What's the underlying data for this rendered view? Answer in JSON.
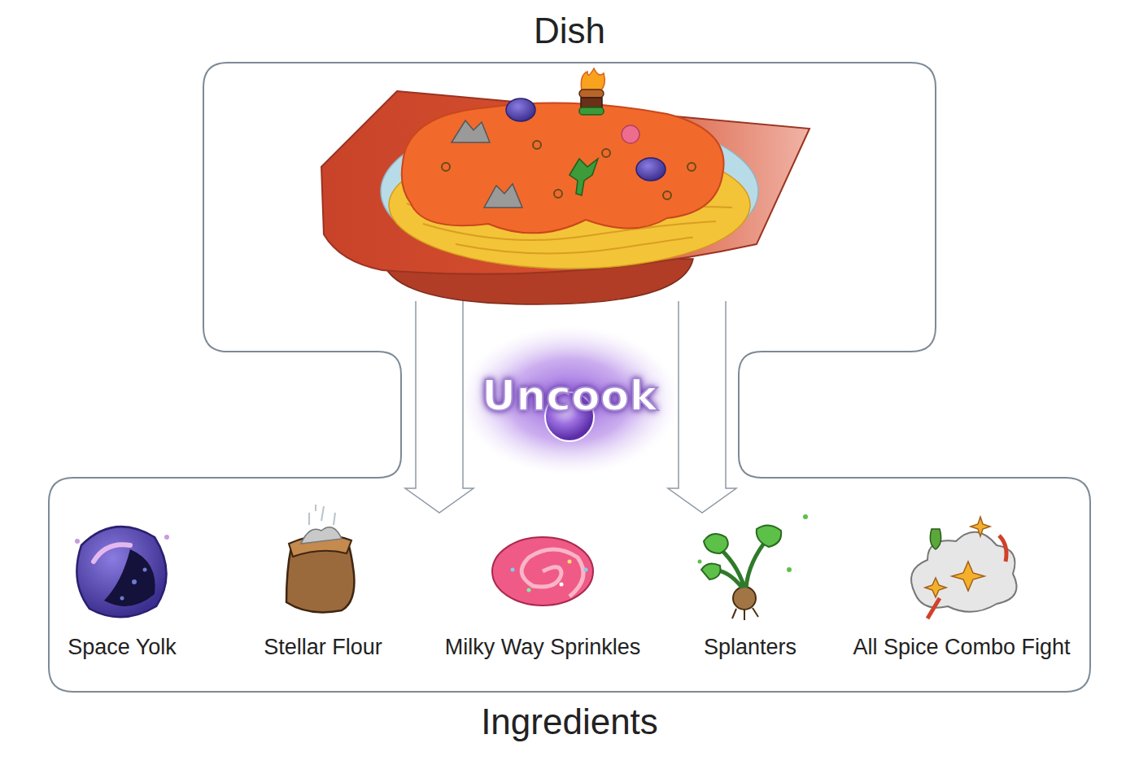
{
  "diagram": {
    "nodes": [
      {
        "text": [
          "Dish"
        ]
      },
      {
        "text": [
          "Ingredients"
        ]
      },
      {
        "text": [
          "Space Yolk"
        ],
        "in": 1
      },
      {
        "text": [
          "Stellar Flour"
        ],
        "in": 1
      },
      {
        "text": [
          "Milky Way Sprinkles"
        ],
        "in": 1
      },
      {
        "text": [
          "Splanters"
        ],
        "in": 1
      },
      {
        "text": [
          "All Spice Combo Fight"
        ],
        "in": 1
      }
    ],
    "edges": [
      {
        "from": 0,
        "to": 1,
        "arrow": "to"
      },
      {
        "from": 0,
        "to": 1,
        "arrow": "to"
      }
    ],
    "labels": [
      "Uncook"
    ]
  }
}
